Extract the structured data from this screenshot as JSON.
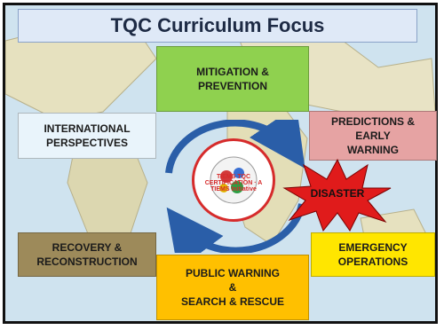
{
  "title": "TQC Curriculum Focus",
  "boxes": {
    "mitigation": "MITIGATION &\nPREVENTION",
    "international": "INTERNATIONAL\nPERSPECTIVES",
    "predictions": "PREDICTIONS & EARLY\nWARNING",
    "recovery": "RECOVERY &\nRECONSTRUCTION",
    "emergency": "EMERGENCY\nOPERATIONS",
    "public": "PUBLIC WARNING\n&\nSEARCH & RESCUE"
  },
  "center": {
    "badge_text": "TIEMS TQC CERTIFICATION · A TIEMS Initiative",
    "disaster": "DISASTER"
  },
  "colors": {
    "mitigation": "#8fd14f",
    "predictions": "#e6a3a3",
    "recovery": "#9d8a5a",
    "emergency": "#ffe600",
    "public": "#ffc000",
    "arrows": "#2a5ea8",
    "disaster": "#e01b1b"
  }
}
